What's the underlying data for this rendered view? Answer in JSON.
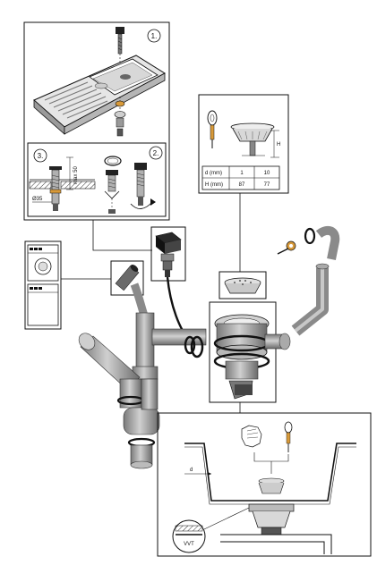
{
  "panel_top": {
    "step1": "1.",
    "step2": "2.",
    "step3": "3.",
    "max_label": "max 50",
    "dia_label": "Ø35"
  },
  "spec_table": {
    "h_label": "H",
    "rows": [
      {
        "label": "d (mm)",
        "a": "1",
        "b": "10"
      },
      {
        "label": "H (mm)",
        "a": "87",
        "b": "77"
      }
    ]
  },
  "detail_bottom": {
    "d_label": "d",
    "callout": "VVT"
  },
  "colors": {
    "line": "#111111",
    "pipe": "#9a9a9a",
    "pipe_dark": "#6e6e6e",
    "pipe_light": "#c8c8c8"
  }
}
